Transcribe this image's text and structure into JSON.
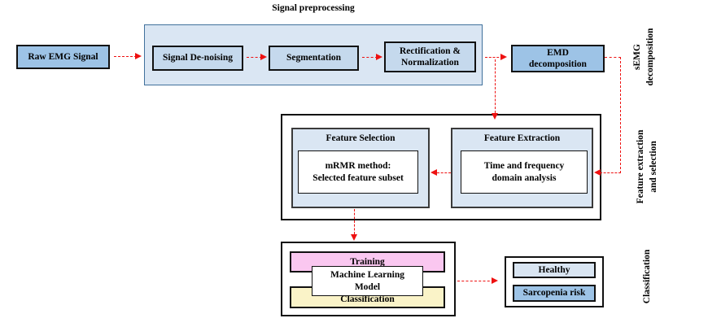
{
  "diagram": {
    "nodes": {
      "raw_emg": {
        "label": "Raw EMG Signal"
      },
      "preprocessing": {
        "title": "Signal preprocessing",
        "steps": [
          {
            "label": "Signal De-noising"
          },
          {
            "label": "Segmentation"
          },
          {
            "label": "Rectification &\nNormalization"
          }
        ]
      },
      "emd": {
        "label": "EMD\ndecomposition"
      },
      "feature_selection": {
        "title": "Feature Selection",
        "body": "mRMR method:\nSelected feature subset"
      },
      "feature_extraction": {
        "title": "Feature Extraction",
        "body": "Time and frequency\ndomain analysis"
      },
      "classifier": {
        "training": "Training",
        "model": "Machine Learning\nModel",
        "classification": "Classification"
      },
      "outputs": {
        "healthy": "Healthy",
        "sarcopenia": "Sarcopenia risk"
      }
    },
    "side_labels": {
      "decomposition": "sEMG\ndecomposition",
      "feature": "Feature extraction\nand selection",
      "classification": "Classification"
    },
    "colors": {
      "node_blue": "#9dc3e6",
      "step_blue": "#c5d9ed",
      "container_blue": "#dae6f3",
      "container_border": "#41719c",
      "training_pink": "#fac7f0",
      "classification_yellow": "#faf3c8",
      "healthy_blue": "#d9e5f2",
      "arrow_red": "#ee1111"
    }
  }
}
